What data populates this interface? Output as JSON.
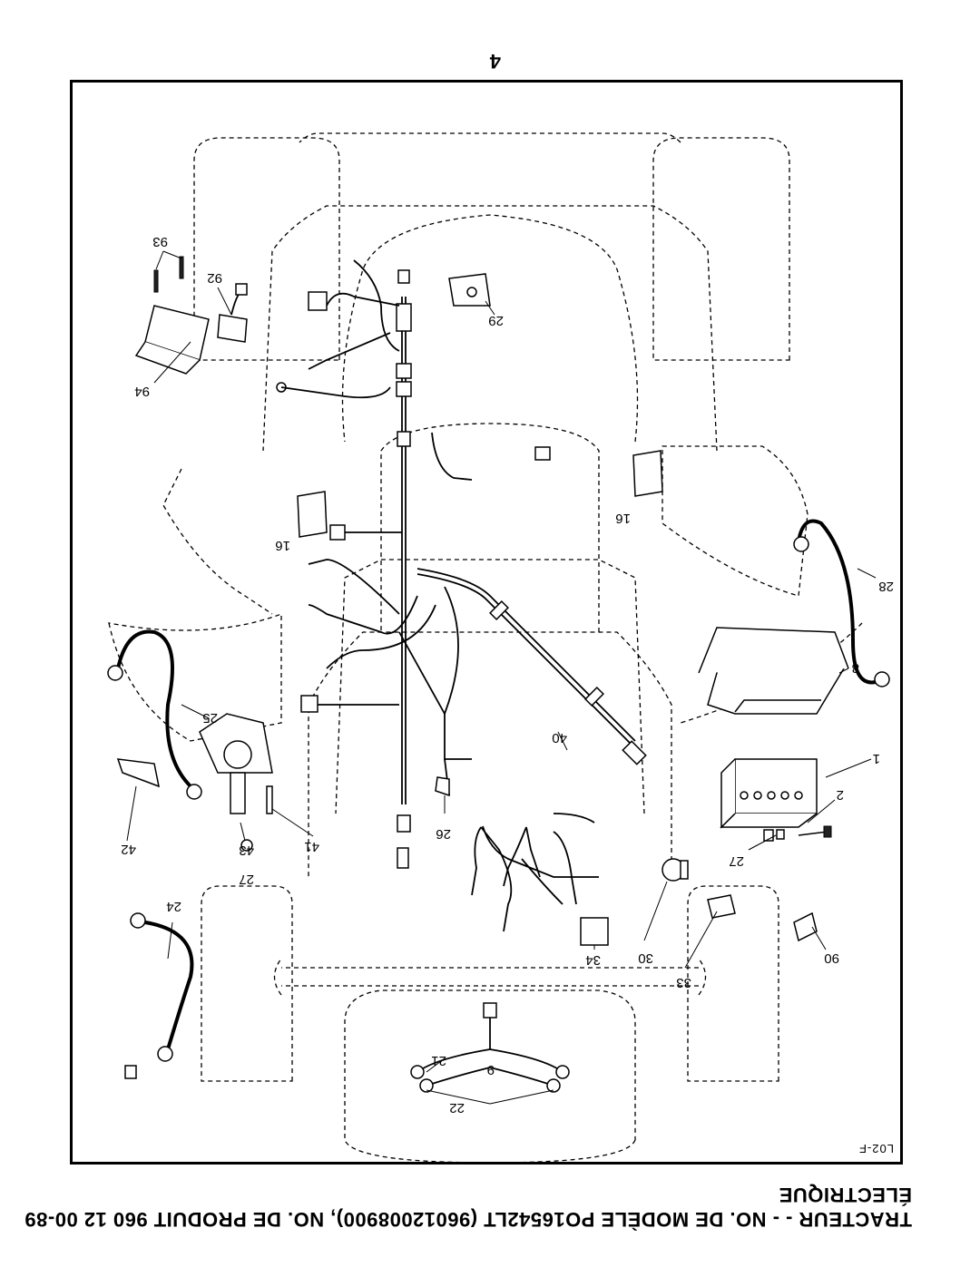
{
  "title": {
    "line1": "TRACTEUR - - NO. DE MODÈLE PO16542LT (96012008900), NO. DE PRODUIT 960 12 00-89",
    "line2": "ÉLECTRIQUE"
  },
  "page_number": "4",
  "diagram_code": "L02-F",
  "callouts": {
    "c1": "1",
    "c2": "2",
    "c8": "8",
    "c9": "9",
    "c16a": "16",
    "c16b": "16",
    "c21": "21",
    "c22": "22",
    "c24": "24",
    "c25": "25",
    "c26": "26",
    "c27a": "27",
    "c27b": "27",
    "c28": "28",
    "c29": "29",
    "c30": "30",
    "c33": "33",
    "c34": "34",
    "c40": "40",
    "c41": "41",
    "c42": "42",
    "c43": "43",
    "c90": "90",
    "c92": "92",
    "c93": "93",
    "c94": "94"
  }
}
